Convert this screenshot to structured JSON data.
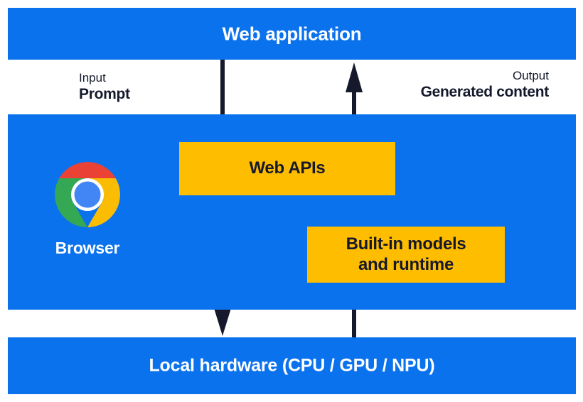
{
  "diagram": {
    "title": "Web application",
    "bands": {
      "top": {
        "label": "Web application"
      },
      "middle": {
        "browser_label": "Browser",
        "browser_icon": "chrome-logo-icon"
      },
      "bottom": {
        "label": "Local hardware (CPU / GPU / NPU)"
      }
    },
    "flows": {
      "input": {
        "kicker": "Input",
        "value": "Prompt",
        "direction": "down",
        "arrow_icon": "arrow-down-icon"
      },
      "output": {
        "kicker": "Output",
        "value": "Generated content",
        "direction": "up",
        "arrow_icon": "arrow-up-icon"
      }
    },
    "boxes": [
      {
        "label": "Web APIs"
      },
      {
        "label": "Built-in models and runtime",
        "line1": "Built-in models",
        "line2": "and runtime"
      }
    ],
    "colors": {
      "brand_blue": "#0b72ee",
      "amber": "#ffbd00",
      "ink": "#15192b",
      "white": "#ffffff",
      "chrome_red": "#ea4335",
      "chrome_yellow": "#fbbc04",
      "chrome_green": "#34a853",
      "chrome_blue": "#4285f4"
    }
  }
}
